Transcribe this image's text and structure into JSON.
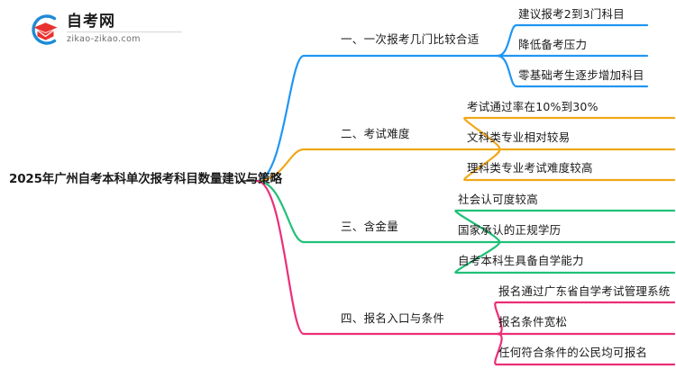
{
  "logo": {
    "name": "自考网",
    "domain": "zikao-zikao.com",
    "mark_icon": "graduation-cap-icon",
    "arc_color": "#1E8BD6",
    "cap_color": "#E8322F"
  },
  "mindmap": {
    "root": {
      "label": "2025年广州自考本科单次报考科目数量建议与策略",
      "color": "#1a1a1a"
    },
    "branches": [
      {
        "label": "一、一次报考几门比较合适",
        "color": "#2196F3",
        "children": [
          {
            "label": "建议报考2到3门科目"
          },
          {
            "label": "降低备考压力"
          },
          {
            "label": "零基础考生逐步增加科目"
          }
        ]
      },
      {
        "label": "二、考试难度",
        "color": "#F0A818",
        "children": [
          {
            "label": "考试通过率在10%到30%"
          },
          {
            "label": "文科类专业相对较易"
          },
          {
            "label": "理科类专业考试难度较高"
          }
        ]
      },
      {
        "label": "三、含金量",
        "color": "#1FC078",
        "children": [
          {
            "label": "社会认可度较高"
          },
          {
            "label": "国家承认的正规学历"
          },
          {
            "label": "自考本科生具备自学能力"
          }
        ]
      },
      {
        "label": "四、报名入口与条件",
        "color": "#EC2E78",
        "children": [
          {
            "label": "报名通过广东省自学考试管理系统"
          },
          {
            "label": "报名条件宽松"
          },
          {
            "label": "任何符合条件的公民均可报名"
          }
        ]
      }
    ]
  }
}
